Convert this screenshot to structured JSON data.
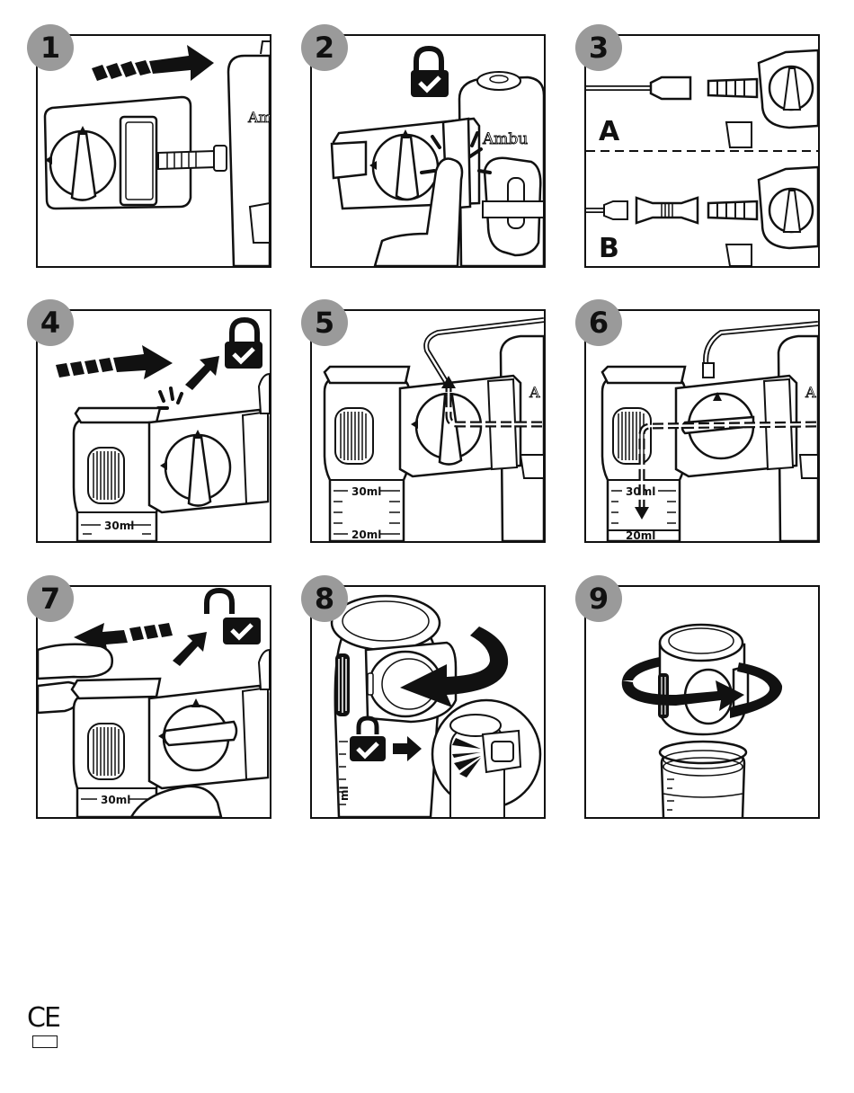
{
  "steps": [
    {
      "number": "1"
    },
    {
      "number": "2",
      "brand": "Ambu"
    },
    {
      "number": "3",
      "label_a": "A",
      "label_b": "B"
    },
    {
      "number": "4",
      "scale_30": "30ml"
    },
    {
      "number": "5",
      "scale_30": "30ml",
      "scale_20": "20ml"
    },
    {
      "number": "6",
      "scale_30": "30ml",
      "scale_20": "20ml"
    },
    {
      "number": "7",
      "scale_30": "30ml"
    },
    {
      "number": "8",
      "scale_partial": "ml"
    },
    {
      "number": "9"
    }
  ],
  "marks": {
    "ce": "CE",
    "brand_partial_1": "Ambu",
    "brand_partial_5": "A",
    "brand_partial_6": "A"
  },
  "icons": [
    "lock-check-icon",
    "push-arrow-icon",
    "pull-arrow-icon",
    "rotate-arrow-icon",
    "flow-arrow-icon"
  ],
  "colors": {
    "ink": "#111111",
    "badge": "#9a9a9a",
    "paper": "#ffffff"
  }
}
